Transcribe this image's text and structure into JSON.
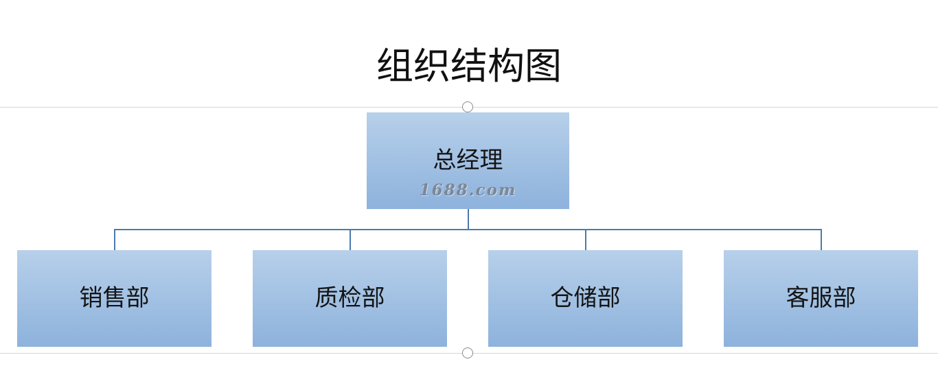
{
  "title": "组织结构图",
  "org_chart": {
    "root": {
      "label": "总经理"
    },
    "children": [
      {
        "label": "销售部"
      },
      {
        "label": "质检部"
      },
      {
        "label": "仓储部"
      },
      {
        "label": "客服部"
      }
    ]
  },
  "watermark": "1688.com",
  "colors": {
    "box_top": "#b7d0ea",
    "box_bottom": "#8db2dc",
    "connector": "#4a7aab",
    "text": "#141414"
  }
}
